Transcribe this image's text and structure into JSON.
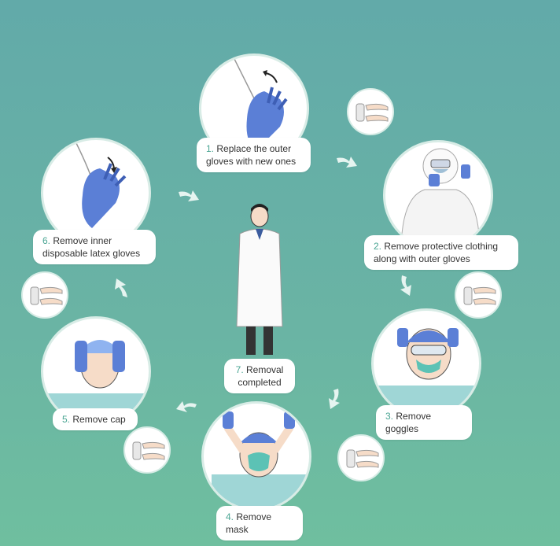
{
  "steps": [
    {
      "num": "1.",
      "text": "Replace the outer gloves with new ones"
    },
    {
      "num": "2.",
      "text": "Remove protective clothing along with outer gloves"
    },
    {
      "num": "3.",
      "text": "Remove goggles"
    },
    {
      "num": "4.",
      "text": "Remove mask"
    },
    {
      "num": "5.",
      "text": "Remove cap"
    },
    {
      "num": "6.",
      "text": "Remove inner disposable latex gloves"
    },
    {
      "num": "7.",
      "text": "Removal completed"
    }
  ],
  "colors": {
    "accent": "#4aa593",
    "glove": "#5b7fd6",
    "background": "#67b0a6"
  }
}
